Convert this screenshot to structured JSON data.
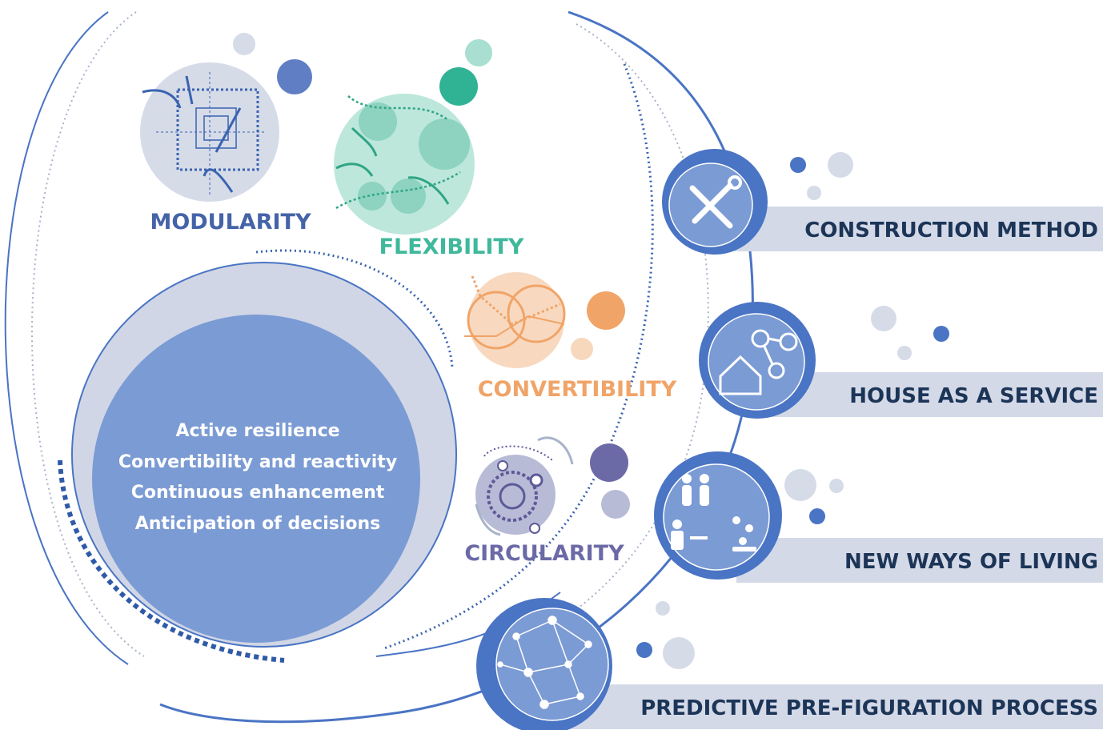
{
  "concepts": {
    "modularity": {
      "label": "MODULARITY",
      "color": "#4563a8"
    },
    "flexibility": {
      "label": "FLEXIBILITY",
      "color": "#3fb89c"
    },
    "convertibility": {
      "label": "CONVERTIBILITY",
      "color": "#f0a468"
    },
    "circularity": {
      "label": "CIRCULARITY",
      "color": "#6b6aa6"
    }
  },
  "core": {
    "lines": [
      "Active resilience",
      "Convertibility and reactivity",
      "Continuous enhancement",
      "Anticipation of decisions"
    ]
  },
  "outcomes": [
    {
      "label": "CONSTRUCTION METHOD",
      "icon": "tools-icon"
    },
    {
      "label": "HOUSE AS A SERVICE",
      "icon": "house-network-icon"
    },
    {
      "label": "NEW WAYS OF LIVING",
      "icon": "people-icon"
    },
    {
      "label": "PREDICTIVE PRE-FIGURATION PROCESS",
      "icon": "network-graph-icon"
    }
  ],
  "colors": {
    "primary_blue": "#4a74c4",
    "core_fill": "#7b9bd4",
    "light_band": "#d4d9e8",
    "dark_text": "#1c3557"
  }
}
